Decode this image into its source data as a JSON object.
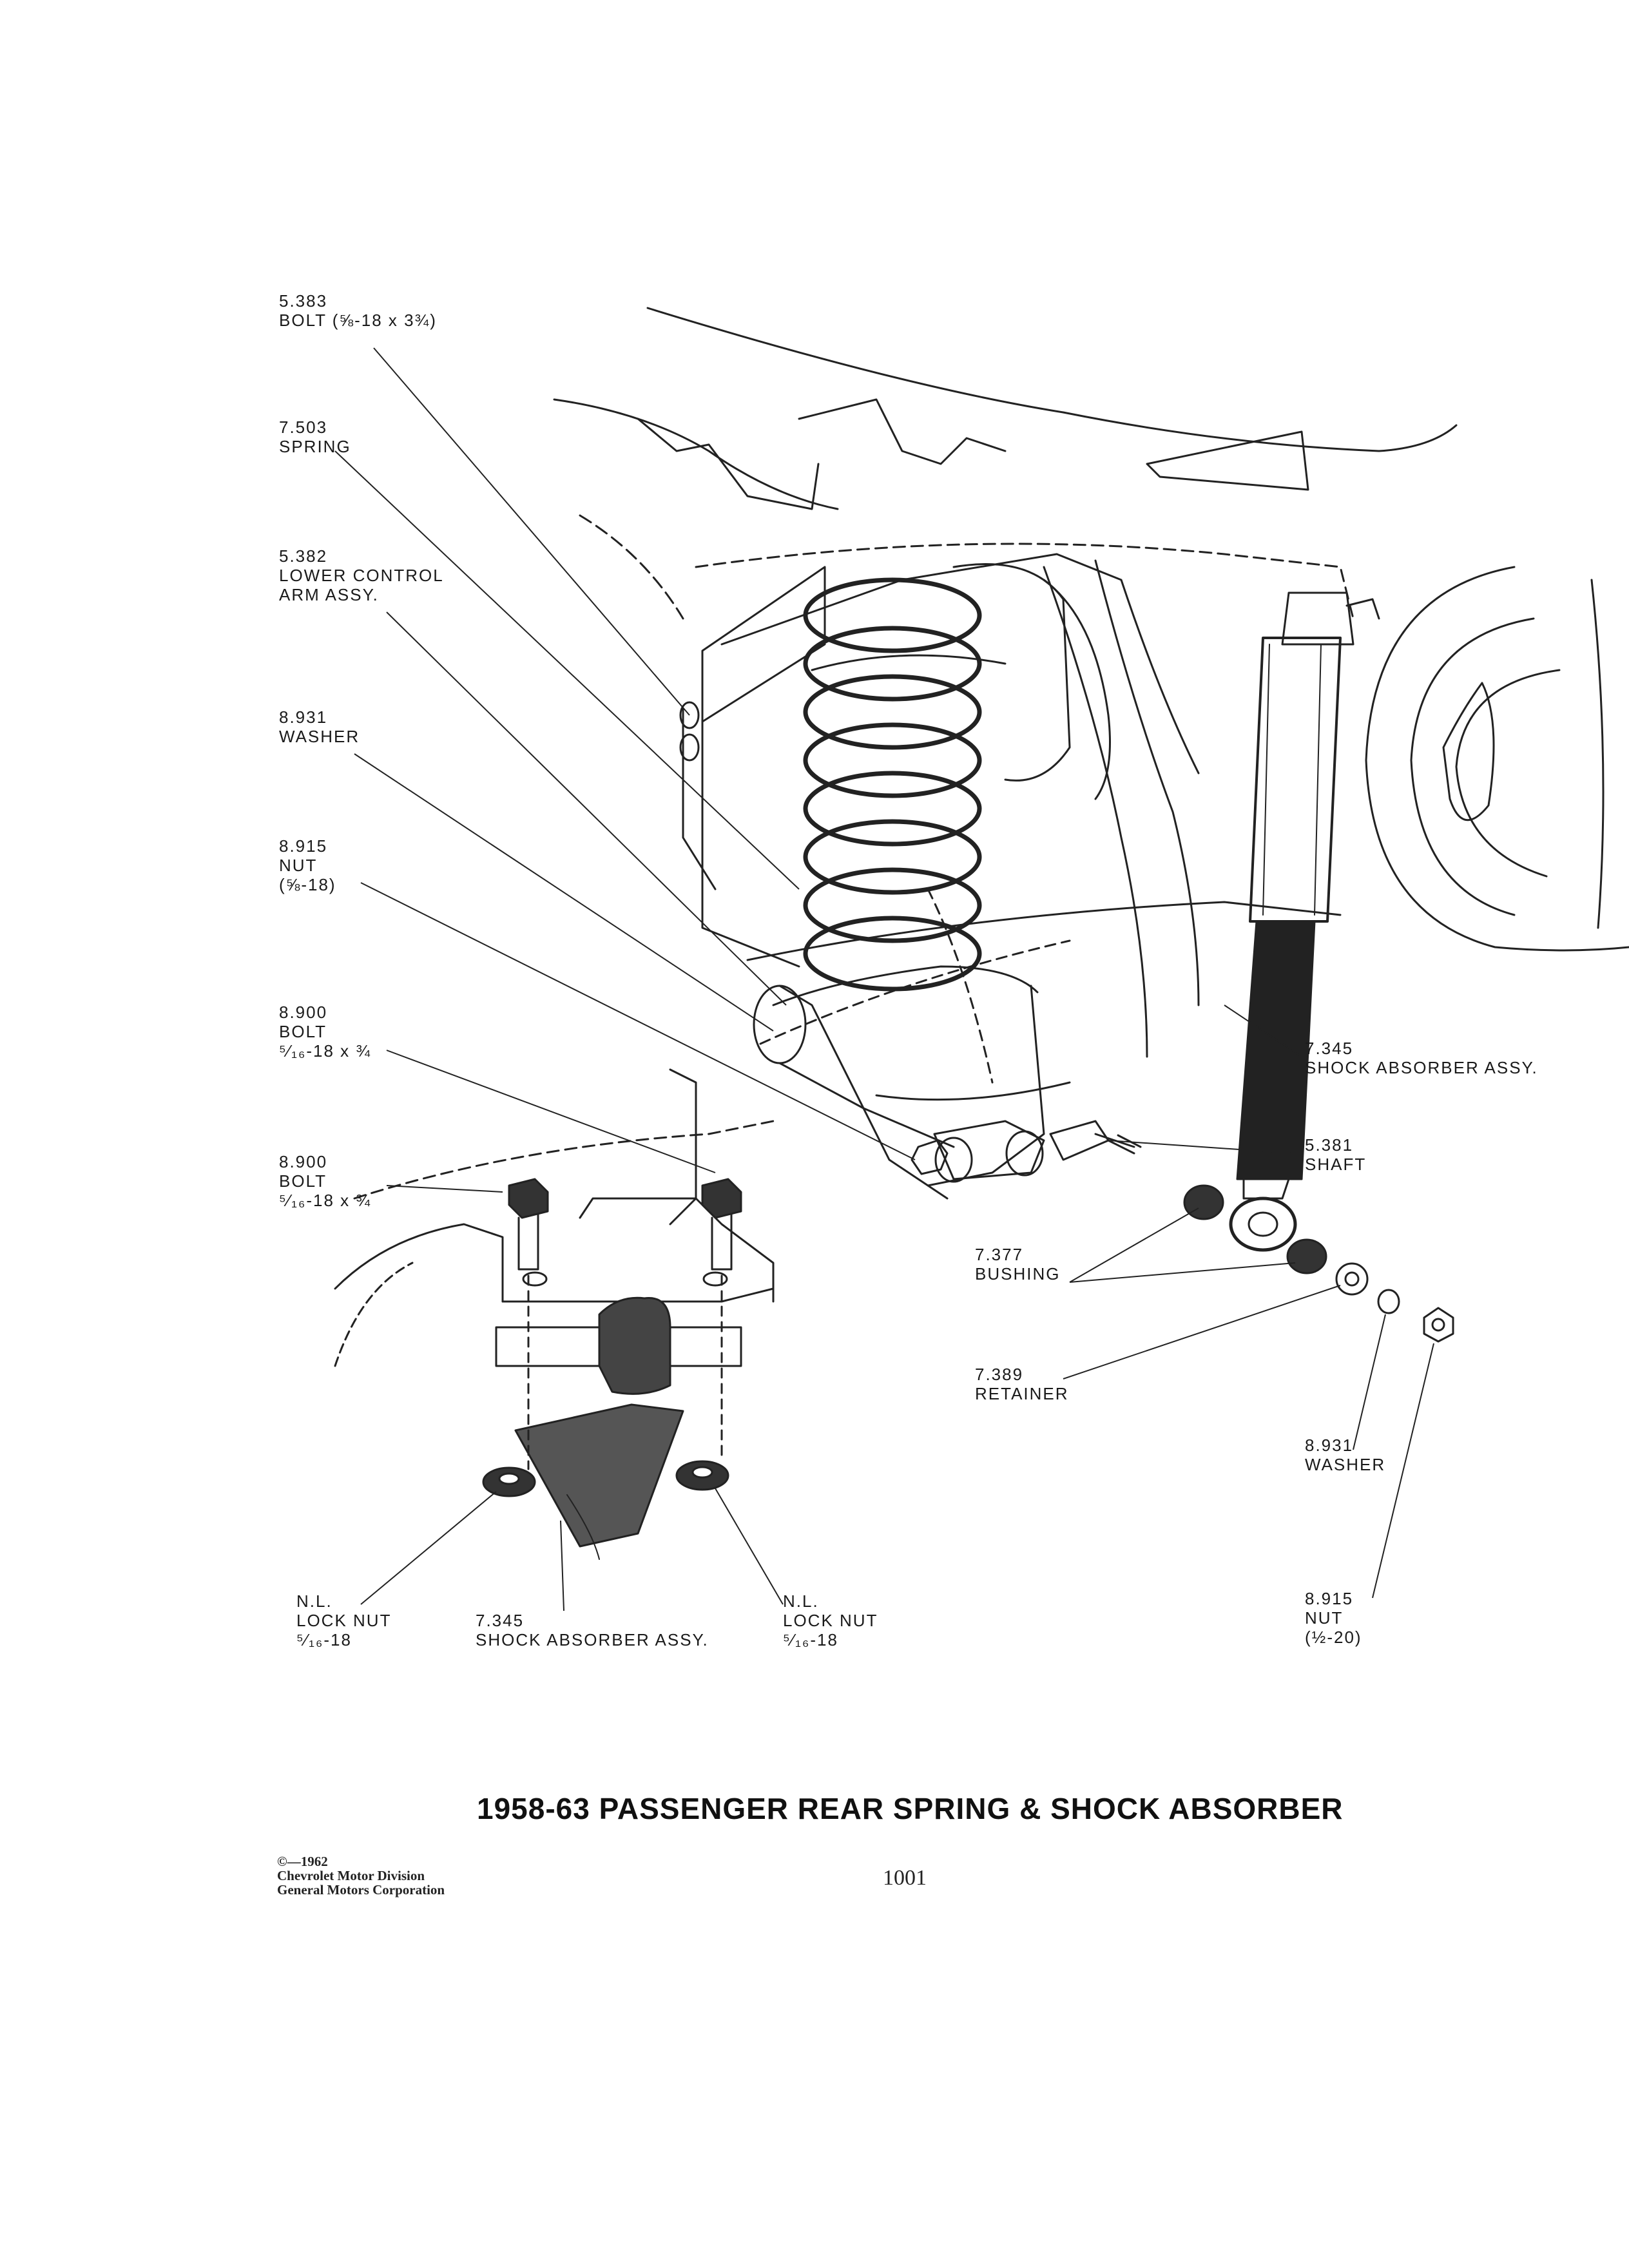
{
  "labels": {
    "bolt_top": {
      "num": "5.383",
      "name": "BOLT (⅝-18 x 3¾)"
    },
    "spring": {
      "num": "7.503",
      "name": "SPRING"
    },
    "lower_control_arm": {
      "num": "5.382",
      "line1": "LOWER CONTROL",
      "line2": "ARM ASSY."
    },
    "washer_left": {
      "num": "8.931",
      "name": "WASHER"
    },
    "nut_left": {
      "num": "8.915",
      "line1": "NUT",
      "line2": "(⅝-18)"
    },
    "bolt_mid": {
      "num": "8.900",
      "line1": "BOLT",
      "line2": "⁵⁄₁₆-18 x ¾"
    },
    "bolt_low": {
      "num": "8.900",
      "line1": "BOLT",
      "line2": "⁵⁄₁₆-18 x ¾"
    },
    "shock_right": {
      "num": "7.345",
      "name": "SHOCK ABSORBER ASSY."
    },
    "shaft": {
      "num": "5.381",
      "name": "SHAFT"
    },
    "bushing": {
      "num": "7.377",
      "name": "BUSHING"
    },
    "retainer": {
      "num": "7.389",
      "name": "RETAINER"
    },
    "washer_right": {
      "num": "8.931",
      "name": "WASHER"
    },
    "nut_right": {
      "num": "8.915",
      "line1": "NUT",
      "line2": "(½-20)"
    },
    "locknut_left": {
      "num": "N.L.",
      "line1": "LOCK NUT",
      "line2": "⁵⁄₁₆-18"
    },
    "shock_bottom": {
      "num": "7.345",
      "name": "SHOCK ABSORBER ASSY."
    },
    "locknut_right": {
      "num": "N.L.",
      "line1": "LOCK NUT",
      "line2": "⁵⁄₁₆-18"
    }
  },
  "title": "1958-63 PASSENGER REAR SPRING & SHOCK ABSORBER",
  "copyright": {
    "line1": "©—1962",
    "line2": "Chevrolet Motor Division",
    "line3": "General Motors Corporation"
  },
  "page_number": "1001"
}
